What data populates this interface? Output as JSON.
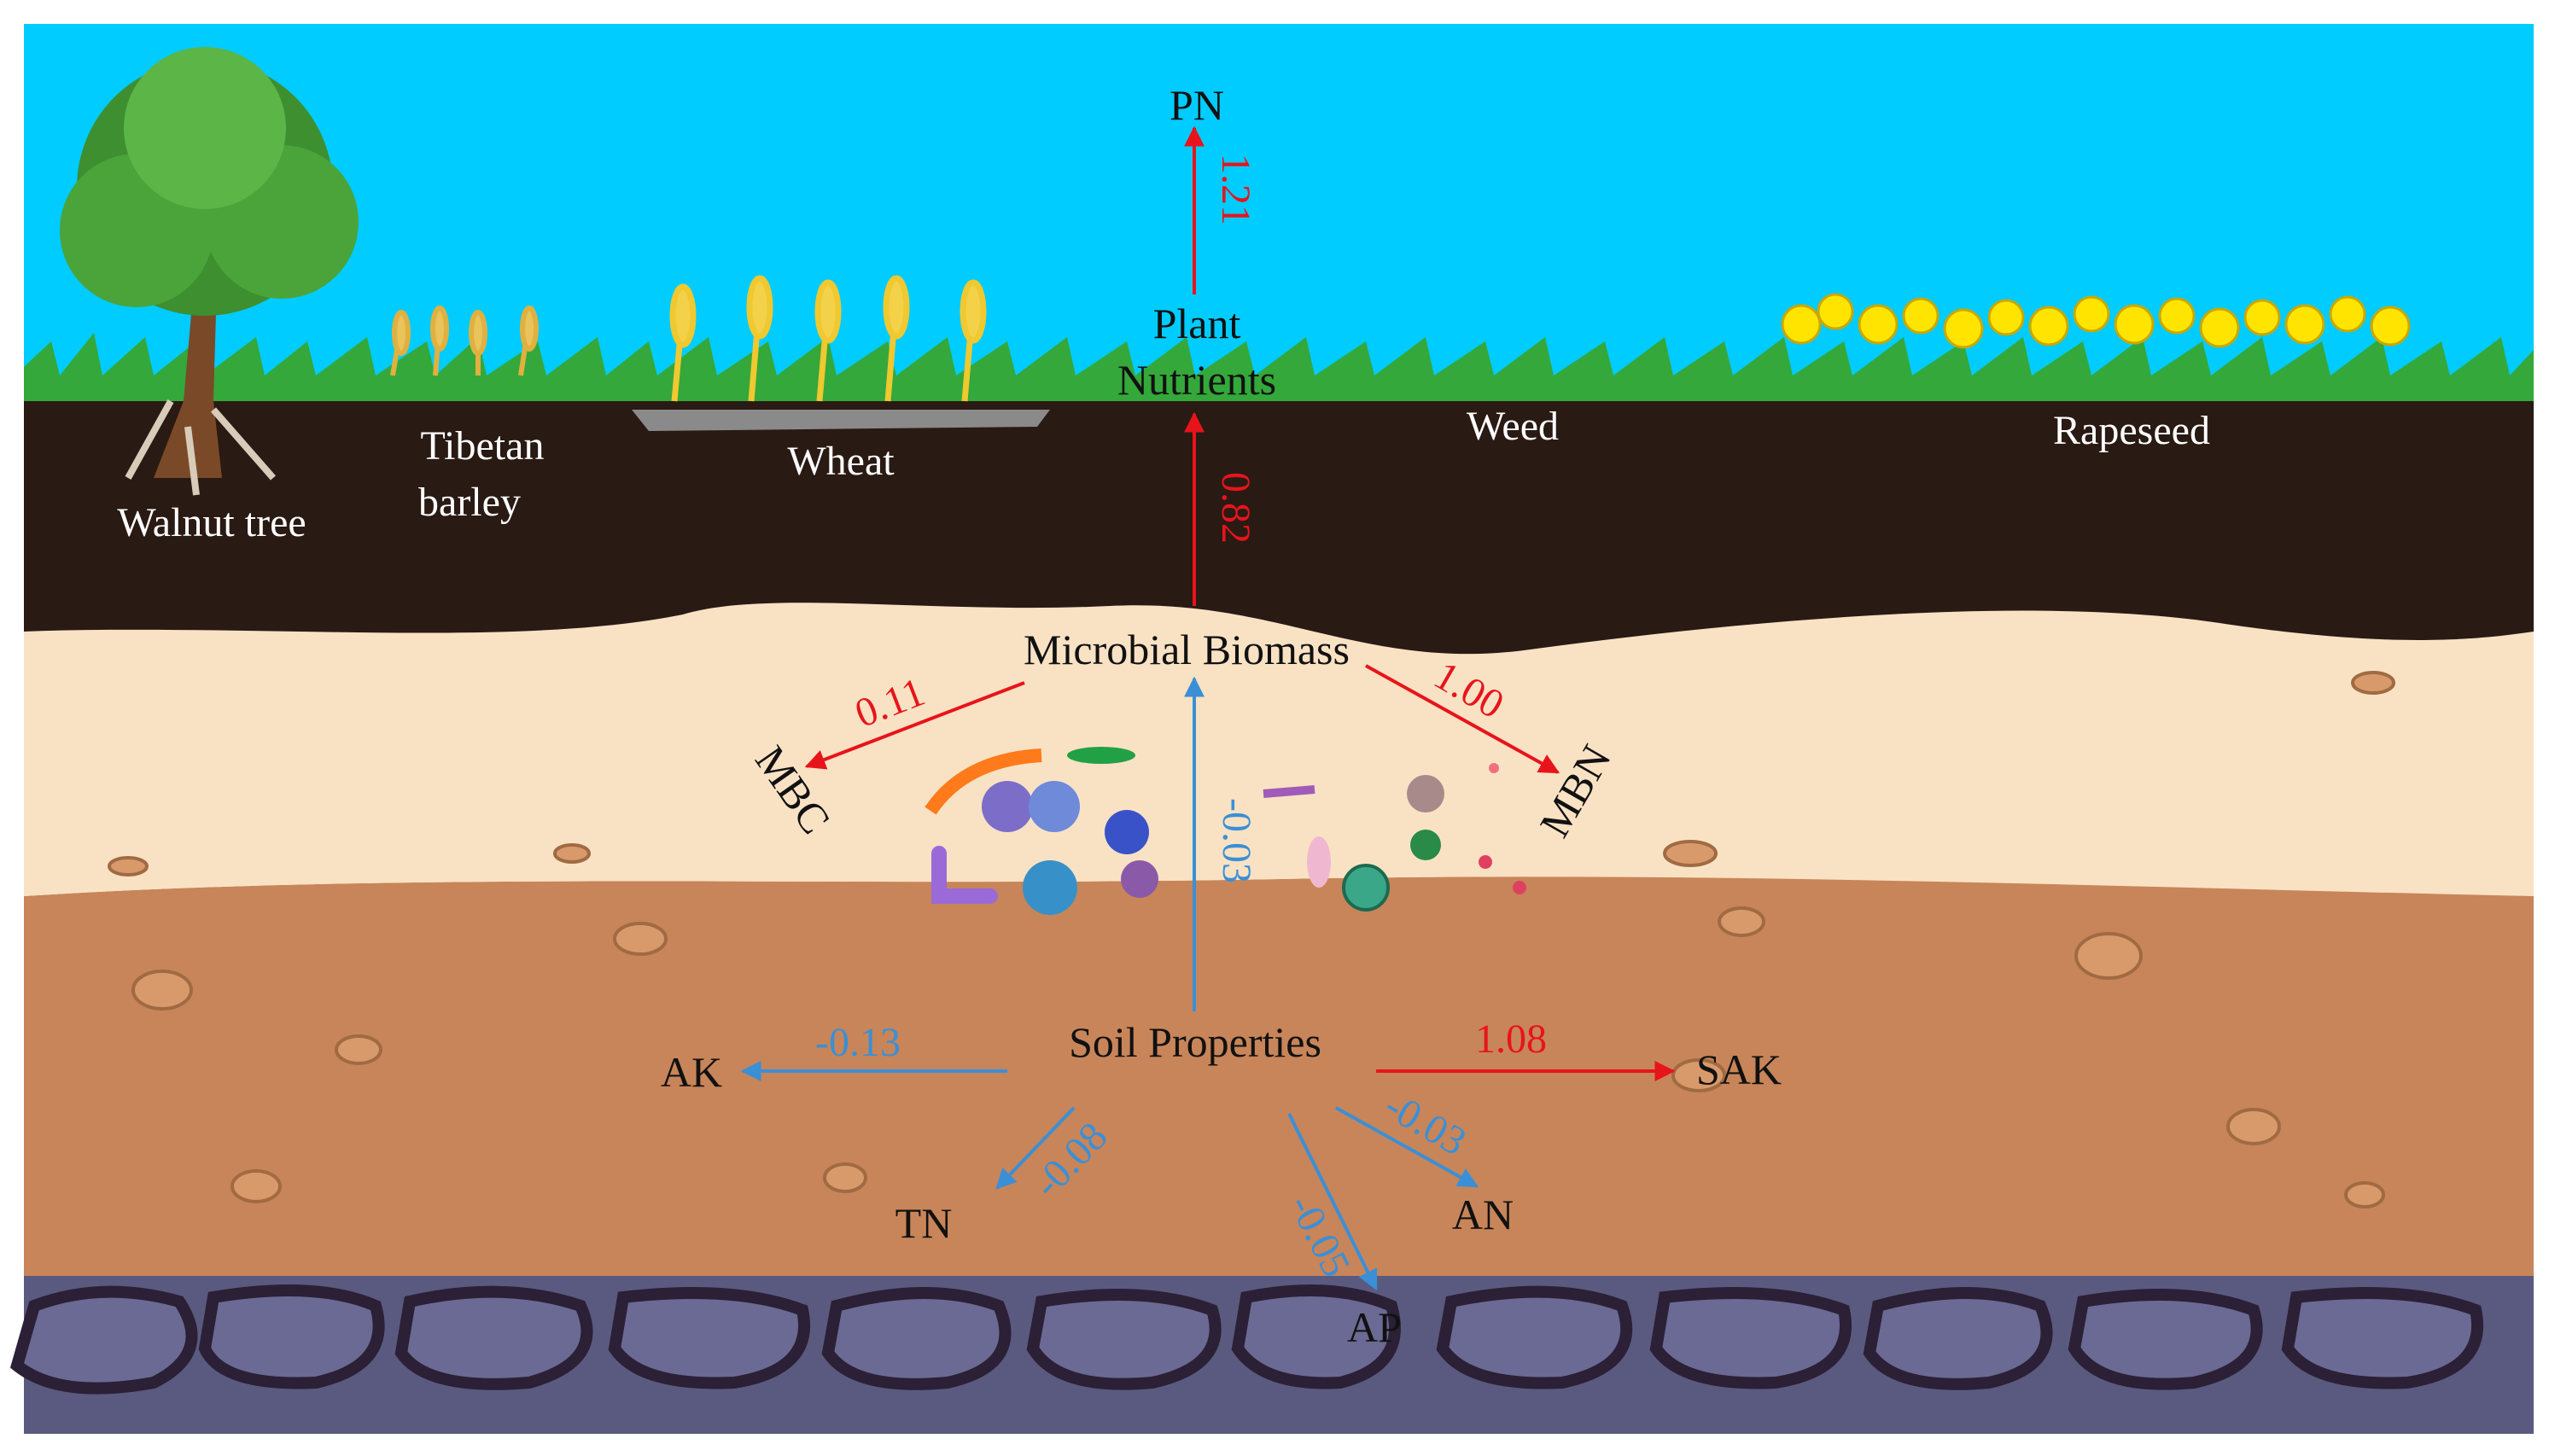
{
  "labels": {
    "pn": "PN",
    "plant_nutrients_1": "Plant",
    "plant_nutrients_2": "Nutrients",
    "microbial_biomass": "Microbial Biomass",
    "mbc": "MBC",
    "mbn": "MBN",
    "soil_properties": "Soil Properties",
    "ak": "AK",
    "sak": "SAK",
    "tn": "TN",
    "an": "AN",
    "ap": "AP"
  },
  "crops": {
    "walnut": "Walnut tree",
    "tibetan_1": "Tibetan",
    "tibetan_2": "barley",
    "wheat": "Wheat",
    "weed": "Weed",
    "rapeseed": "Rapeseed"
  },
  "coefficients": {
    "plant_to_pn": "1.21",
    "biomass_to_plant": "0.82",
    "biomass_to_mbc": "0.11",
    "biomass_to_mbn": "1.00",
    "soil_to_biomass": "-0.03",
    "soil_to_ak": "-0.13",
    "soil_to_sak": "1.08",
    "soil_to_tn": "-0.08",
    "soil_to_an": "-0.03",
    "soil_to_ap": "-0.05"
  },
  "colors": {
    "positive": "#e8141b",
    "negative": "#3b8fd6",
    "sky": "#00ccff",
    "topsoil": "#2a1a14",
    "sand": "#f9e2c4",
    "subsoil": "#c88559",
    "bedrock": "#5a5a80"
  }
}
